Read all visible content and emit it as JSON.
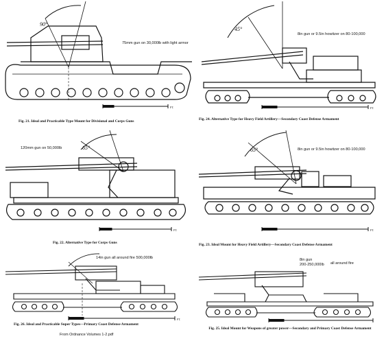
{
  "figures": [
    {
      "id": "fig21",
      "caption": "Fig. 21.  Ideal and Practicable Type Mount for Divisional and Corps Guns",
      "note": "75mm gun on 30,000lb with light armor",
      "angle_label": "90°"
    },
    {
      "id": "fig24",
      "caption": "Fig. 24.  Alternative Type for Heavy Field Artillery—Secondary Coast Defense Armament",
      "note": "8in gun or 9.5in howitzer on 80-100,000",
      "angle_label": "45°"
    },
    {
      "id": "fig22",
      "caption": "Fig. 22.  Alternative Type for Corps Guns",
      "note": "120mm gun on 50,000lb",
      "angle_label": "65°"
    },
    {
      "id": "fig23",
      "caption": "Fig. 23.  Ideal Mount for Heavy Field Artillery—Secondary Coast Defense Armament",
      "note": "8in gun or 9.5in howitzer on 80-100,000",
      "angle_label": "65°"
    },
    {
      "id": "fig26",
      "caption": "Fig. 26.  Ideal and Practicable Super Types—Primary Coast Defense Armament",
      "note": "14in gun all around fire 500,000lb"
    },
    {
      "id": "fig25",
      "caption": "Fig. 25.  Ideal Mount for Weapons of greater power—Secondary and Primary Coast Defense Armament",
      "note_line1": "8in gun",
      "note_line2": "200-250,000lb",
      "note_line3": "all around fire"
    }
  ],
  "source": "From Ordnance Volumes 1-2.pdf",
  "scale_unit": "FT."
}
